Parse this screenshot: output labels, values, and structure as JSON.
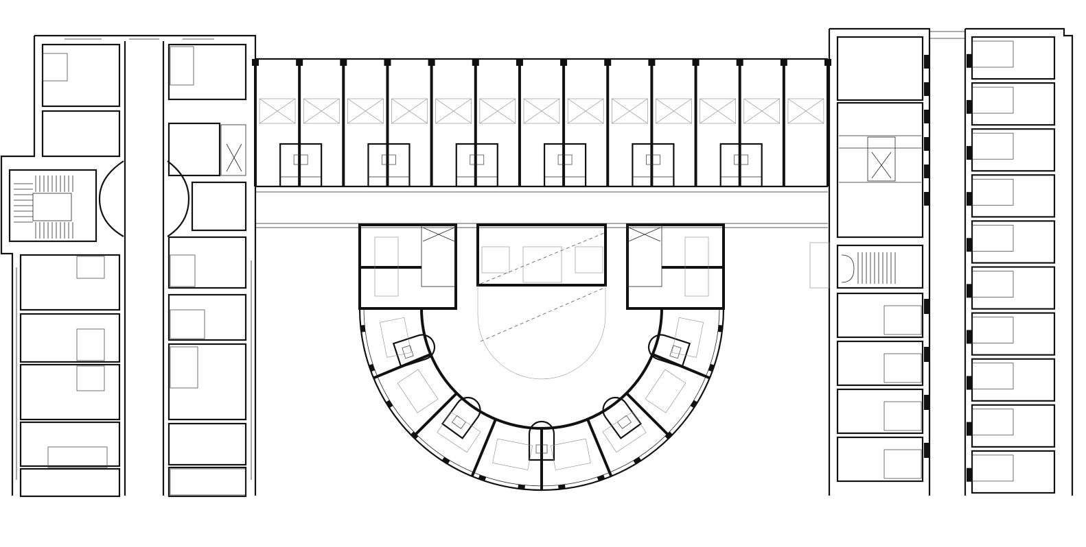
{
  "drawing": {
    "type": "architectural-floor-plan",
    "background_color": "#ffffff",
    "line_color": "#111111",
    "text_labels": []
  },
  "wings": {
    "west_wing": {
      "rooms": 12
    },
    "north_corridor": {
      "room_bays": 13
    },
    "semicircular_court": {
      "radial_rooms": 8,
      "service_cores": 5
    },
    "east_wing_inner": {
      "rooms": 8
    },
    "east_wing_outer": {
      "rooms": 10
    }
  }
}
